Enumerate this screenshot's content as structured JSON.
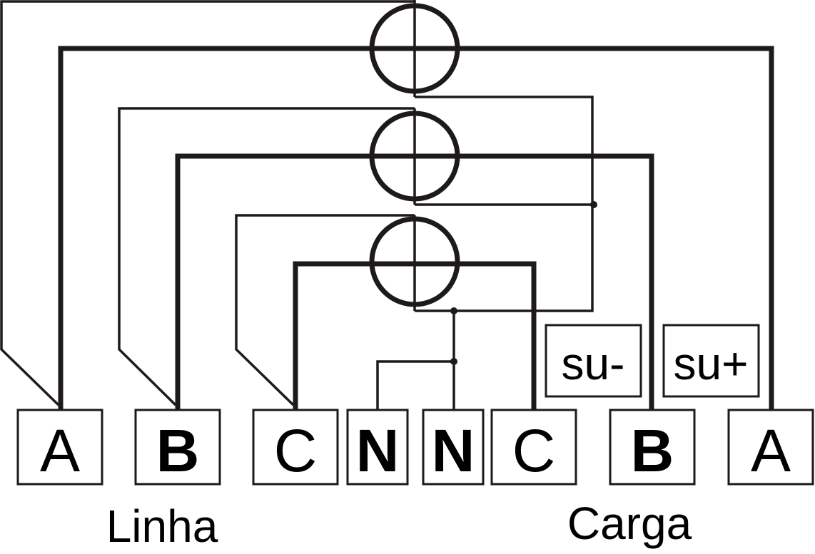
{
  "terminals": [
    {
      "id": "linha-a",
      "label": "A"
    },
    {
      "id": "linha-b",
      "label": "B"
    },
    {
      "id": "linha-c",
      "label": "C"
    },
    {
      "id": "neutral-1",
      "label": "N"
    },
    {
      "id": "neutral-2",
      "label": "N"
    },
    {
      "id": "carga-c",
      "label": "C"
    },
    {
      "id": "carga-b",
      "label": "B"
    },
    {
      "id": "carga-a",
      "label": "A"
    }
  ],
  "supply": {
    "minus_label": "su-",
    "plus_label": "su+"
  },
  "groups": {
    "line_label": "Linha",
    "load_label": "Carga"
  },
  "colors": {
    "wire": "#1e1a1a",
    "text": "#000000",
    "background": "#ffffff"
  }
}
